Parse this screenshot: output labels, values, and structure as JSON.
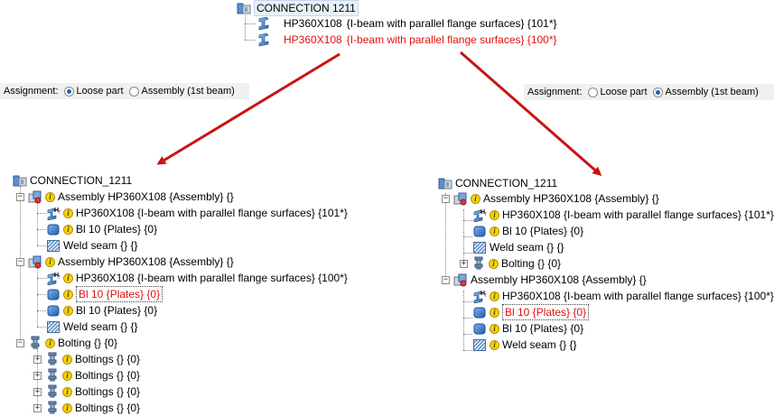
{
  "top": {
    "root": "CONNECTION 1211",
    "item1": {
      "name": "HP360X108",
      "desc": "{I-beam with parallel flange surfaces} {101*}"
    },
    "item2": {
      "name": "HP360X108",
      "desc": "{I-beam with parallel flange surfaces} {100*}"
    }
  },
  "assignment_left": {
    "label": "Assignment:",
    "opt1": "Loose part",
    "opt2": "Assembly (1st beam)",
    "selected": "Loose part"
  },
  "assignment_right": {
    "label": "Assignment:",
    "opt1": "Loose part",
    "opt2": "Assembly (1st beam)",
    "selected": "Assembly (1st beam)"
  },
  "left_tree": {
    "root": "CONNECTION_1211",
    "asm1": "Assembly HP360X108 {Assembly} {}",
    "asm1_beam": "HP360X108 {I-beam with parallel flange surfaces} {101*}",
    "asm1_plate": "Bl 10 {Plates} {0}",
    "asm1_weld": "Weld seam {} {}",
    "asm2": "Assembly HP360X108 {Assembly} {}",
    "asm2_beam": "HP360X108 {I-beam with parallel flange surfaces} {100*}",
    "asm2_plate_red": "Bl 10 {Plates} {0}",
    "asm2_plate": "Bl 10 {Plates} {0}",
    "asm2_weld": "Weld seam {} {}",
    "bolting": "Bolting {} {0}",
    "boltings": [
      "Boltings {} {0}",
      "Boltings {} {0}",
      "Boltings {} {0}",
      "Boltings {} {0}"
    ]
  },
  "right_tree": {
    "root": "CONNECTION_1211",
    "asm1": "Assembly HP360X108 {Assembly} {}",
    "asm1_beam": "HP360X108 {I-beam with parallel flange surfaces} {101*}",
    "asm1_plate": "Bl 10 {Plates} {0}",
    "asm1_weld": "Weld seam {} {}",
    "asm1_bolting": "Bolting {} {0}",
    "asm2": "Assembly HP360X108 {Assembly} {}",
    "asm2_beam": "HP360X108 {I-beam with parallel flange surfaces} {100*}",
    "asm2_plate_red": "Bl 10 {Plates} {0}",
    "asm2_plate": "Bl 10 {Plates} {0}",
    "asm2_weld": "Weld seam {} {}"
  },
  "colors": {
    "highlight_text": "#e01010",
    "arrow": "#c81414",
    "radio_selected": "#1e5fb4"
  }
}
